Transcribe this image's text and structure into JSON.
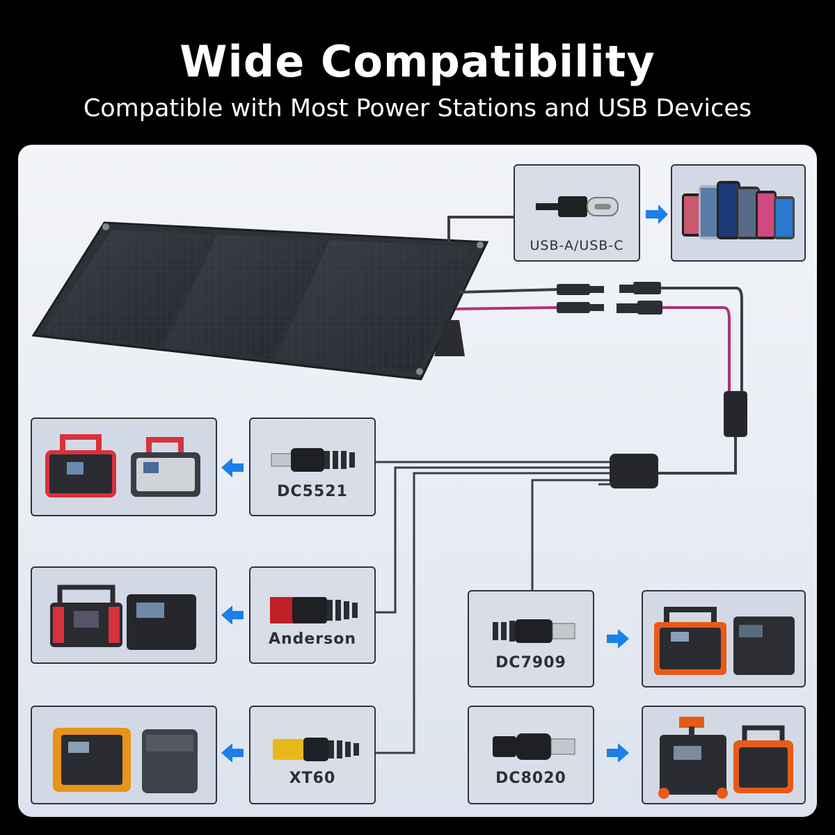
{
  "header": {
    "title": "Wide Compatibility",
    "subtitle": "Compatible with Most Power Stations and USB Devices"
  },
  "connectors": {
    "usb": "USB-A/USB-C",
    "dc5521": "DC5521",
    "anderson": "Anderson",
    "xt60": "XT60",
    "dc7909": "DC7909",
    "dc8020": "DC8020"
  },
  "icons": {
    "arrow": "blue-arrow-icon",
    "solar": "solar-panel-icon"
  },
  "colors": {
    "arrow": "#1a7fe8",
    "cable": "#3a3d44",
    "positive_cable": "#b0307a"
  }
}
